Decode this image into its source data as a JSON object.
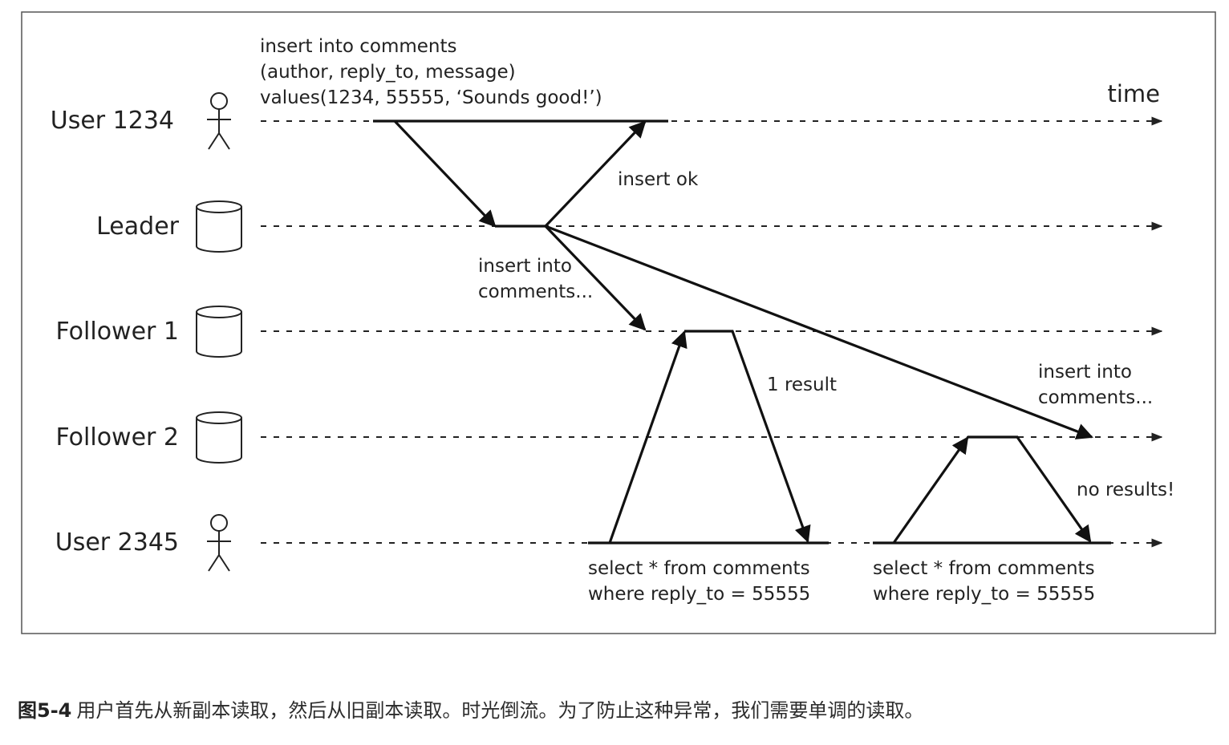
{
  "diagram": {
    "nodes": [
      {
        "id": "user1234",
        "label": "User 1234",
        "kind": "user"
      },
      {
        "id": "leader",
        "label": "Leader",
        "kind": "database"
      },
      {
        "id": "follower1",
        "label": "Follower 1",
        "kind": "database"
      },
      {
        "id": "follower2",
        "label": "Follower 2",
        "kind": "database"
      },
      {
        "id": "user2345",
        "label": "User 2345",
        "kind": "user"
      }
    ],
    "time_label": "time",
    "messages": {
      "insert_request": [
        "insert into comments",
        "(author, reply_to, message)",
        "values(1234, 55555, ‘Sounds good!’)"
      ],
      "insert_ok": "insert ok",
      "replicate_follower1": [
        "insert into",
        "comments..."
      ],
      "replicate_follower2": [
        "insert into",
        "comments..."
      ],
      "one_result": "1 result",
      "no_results": "no results!",
      "query_follower1": [
        "select * from comments",
        "where reply_to = 55555"
      ],
      "query_follower2": [
        "select * from comments",
        "where reply_to = 55555"
      ]
    }
  },
  "caption": {
    "figure_number": "图5-4",
    "text": "用户首先从新副本读取，然后从旧副本读取。时光倒流。为了防止这种异常，我们需要单调的读取。"
  }
}
